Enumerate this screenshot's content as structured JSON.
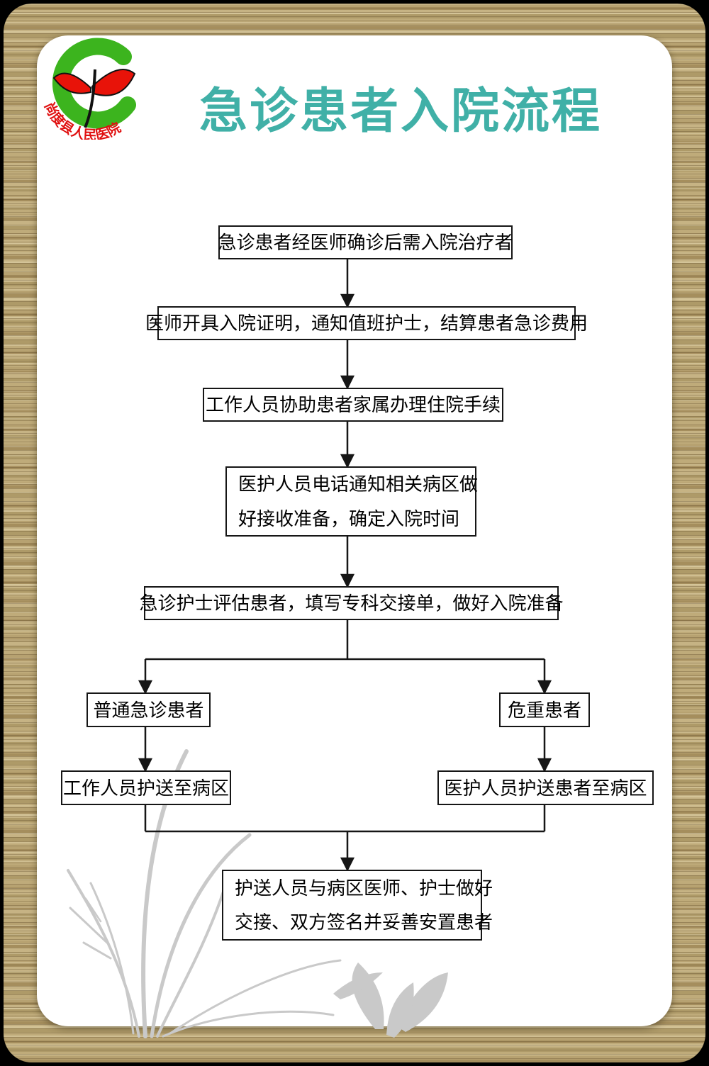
{
  "poster": {
    "title": "急诊患者入院流程",
    "title_color": "#40b0a7",
    "frame_style": "wood-texture",
    "card_color": "#ffffff"
  },
  "logo": {
    "hospital_name": "尚度县人民医院",
    "ring_color": "#3cb41e",
    "leaf_color": "#e81309",
    "text_color": "#e01010"
  },
  "flow": {
    "nodes": [
      {
        "id": "n1",
        "text": "急诊患者经医师确诊后需入院治疗者"
      },
      {
        "id": "n2",
        "text": "医师开具入院证明，通知值班护士，结算患者急诊费用"
      },
      {
        "id": "n3",
        "text": "工作人员协助患者家属办理住院手续"
      },
      {
        "id": "n4",
        "text": "医护人员电话通知相关病区做好接收准备，确定入院时间",
        "lines": [
          "医护人员电话通知相关病区做",
          "好接收准备，确定入院时间"
        ]
      },
      {
        "id": "n5",
        "text": "急诊护士评估患者，填写专科交接单，做好入院准备"
      },
      {
        "id": "n6",
        "text": "普通急诊患者"
      },
      {
        "id": "n7",
        "text": "危重患者"
      },
      {
        "id": "n8",
        "text": "工作人员护送至病区"
      },
      {
        "id": "n9",
        "text": "医护人员护送患者至病区"
      },
      {
        "id": "n10",
        "text": "护送人员与病区医师、护士做好交接、双方签名并妥善安置患者",
        "lines": [
          "护送人员与病区医师、护士做好",
          "交接、双方签名并妥善安置患者"
        ]
      }
    ],
    "edges": [
      {
        "from": "n1",
        "to": "n2"
      },
      {
        "from": "n2",
        "to": "n3"
      },
      {
        "from": "n3",
        "to": "n4"
      },
      {
        "from": "n4",
        "to": "n5"
      },
      {
        "from": "n5",
        "to": "n6"
      },
      {
        "from": "n5",
        "to": "n7"
      },
      {
        "from": "n6",
        "to": "n8"
      },
      {
        "from": "n7",
        "to": "n9"
      },
      {
        "from": "n8",
        "to": "n10"
      },
      {
        "from": "n9",
        "to": "n10"
      }
    ]
  }
}
